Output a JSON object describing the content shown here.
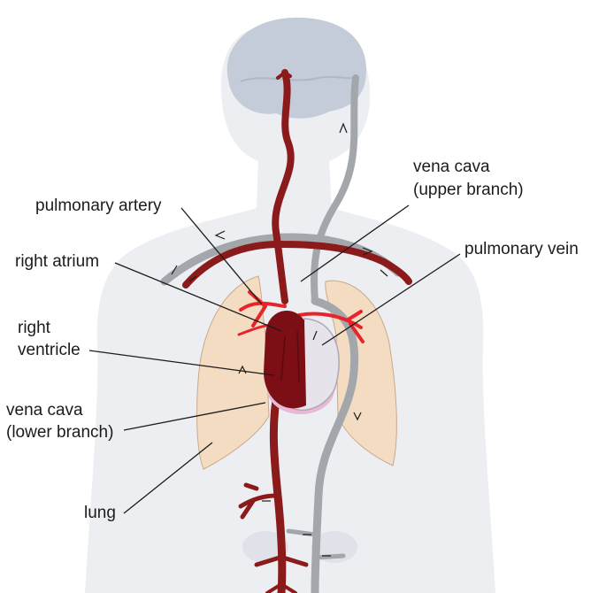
{
  "labels": {
    "pulmonary_artery": "pulmonary artery",
    "right_atrium": "right atrium",
    "right_ventricle_line1": "right",
    "right_ventricle_line2": "ventricle",
    "vena_cava_lower_line1": "vena cava",
    "vena_cava_lower_line2": "(lower branch)",
    "lung": "lung",
    "vena_cava_upper_line1": "vena cava",
    "vena_cava_upper_line2": "(upper branch)",
    "pulmonary_vein": "pulmonary vein"
  },
  "colors": {
    "artery": "#8b1a1a",
    "artery_bright": "#e8242b",
    "vein": "#a3a6aa",
    "lung": "#f3dcc1",
    "body": "#eceef2",
    "brain": "#c3ccd8",
    "heart_dark": "#7c0f16",
    "heart_light": "#e6e3ea",
    "heart_base": "#e7b9d6"
  }
}
